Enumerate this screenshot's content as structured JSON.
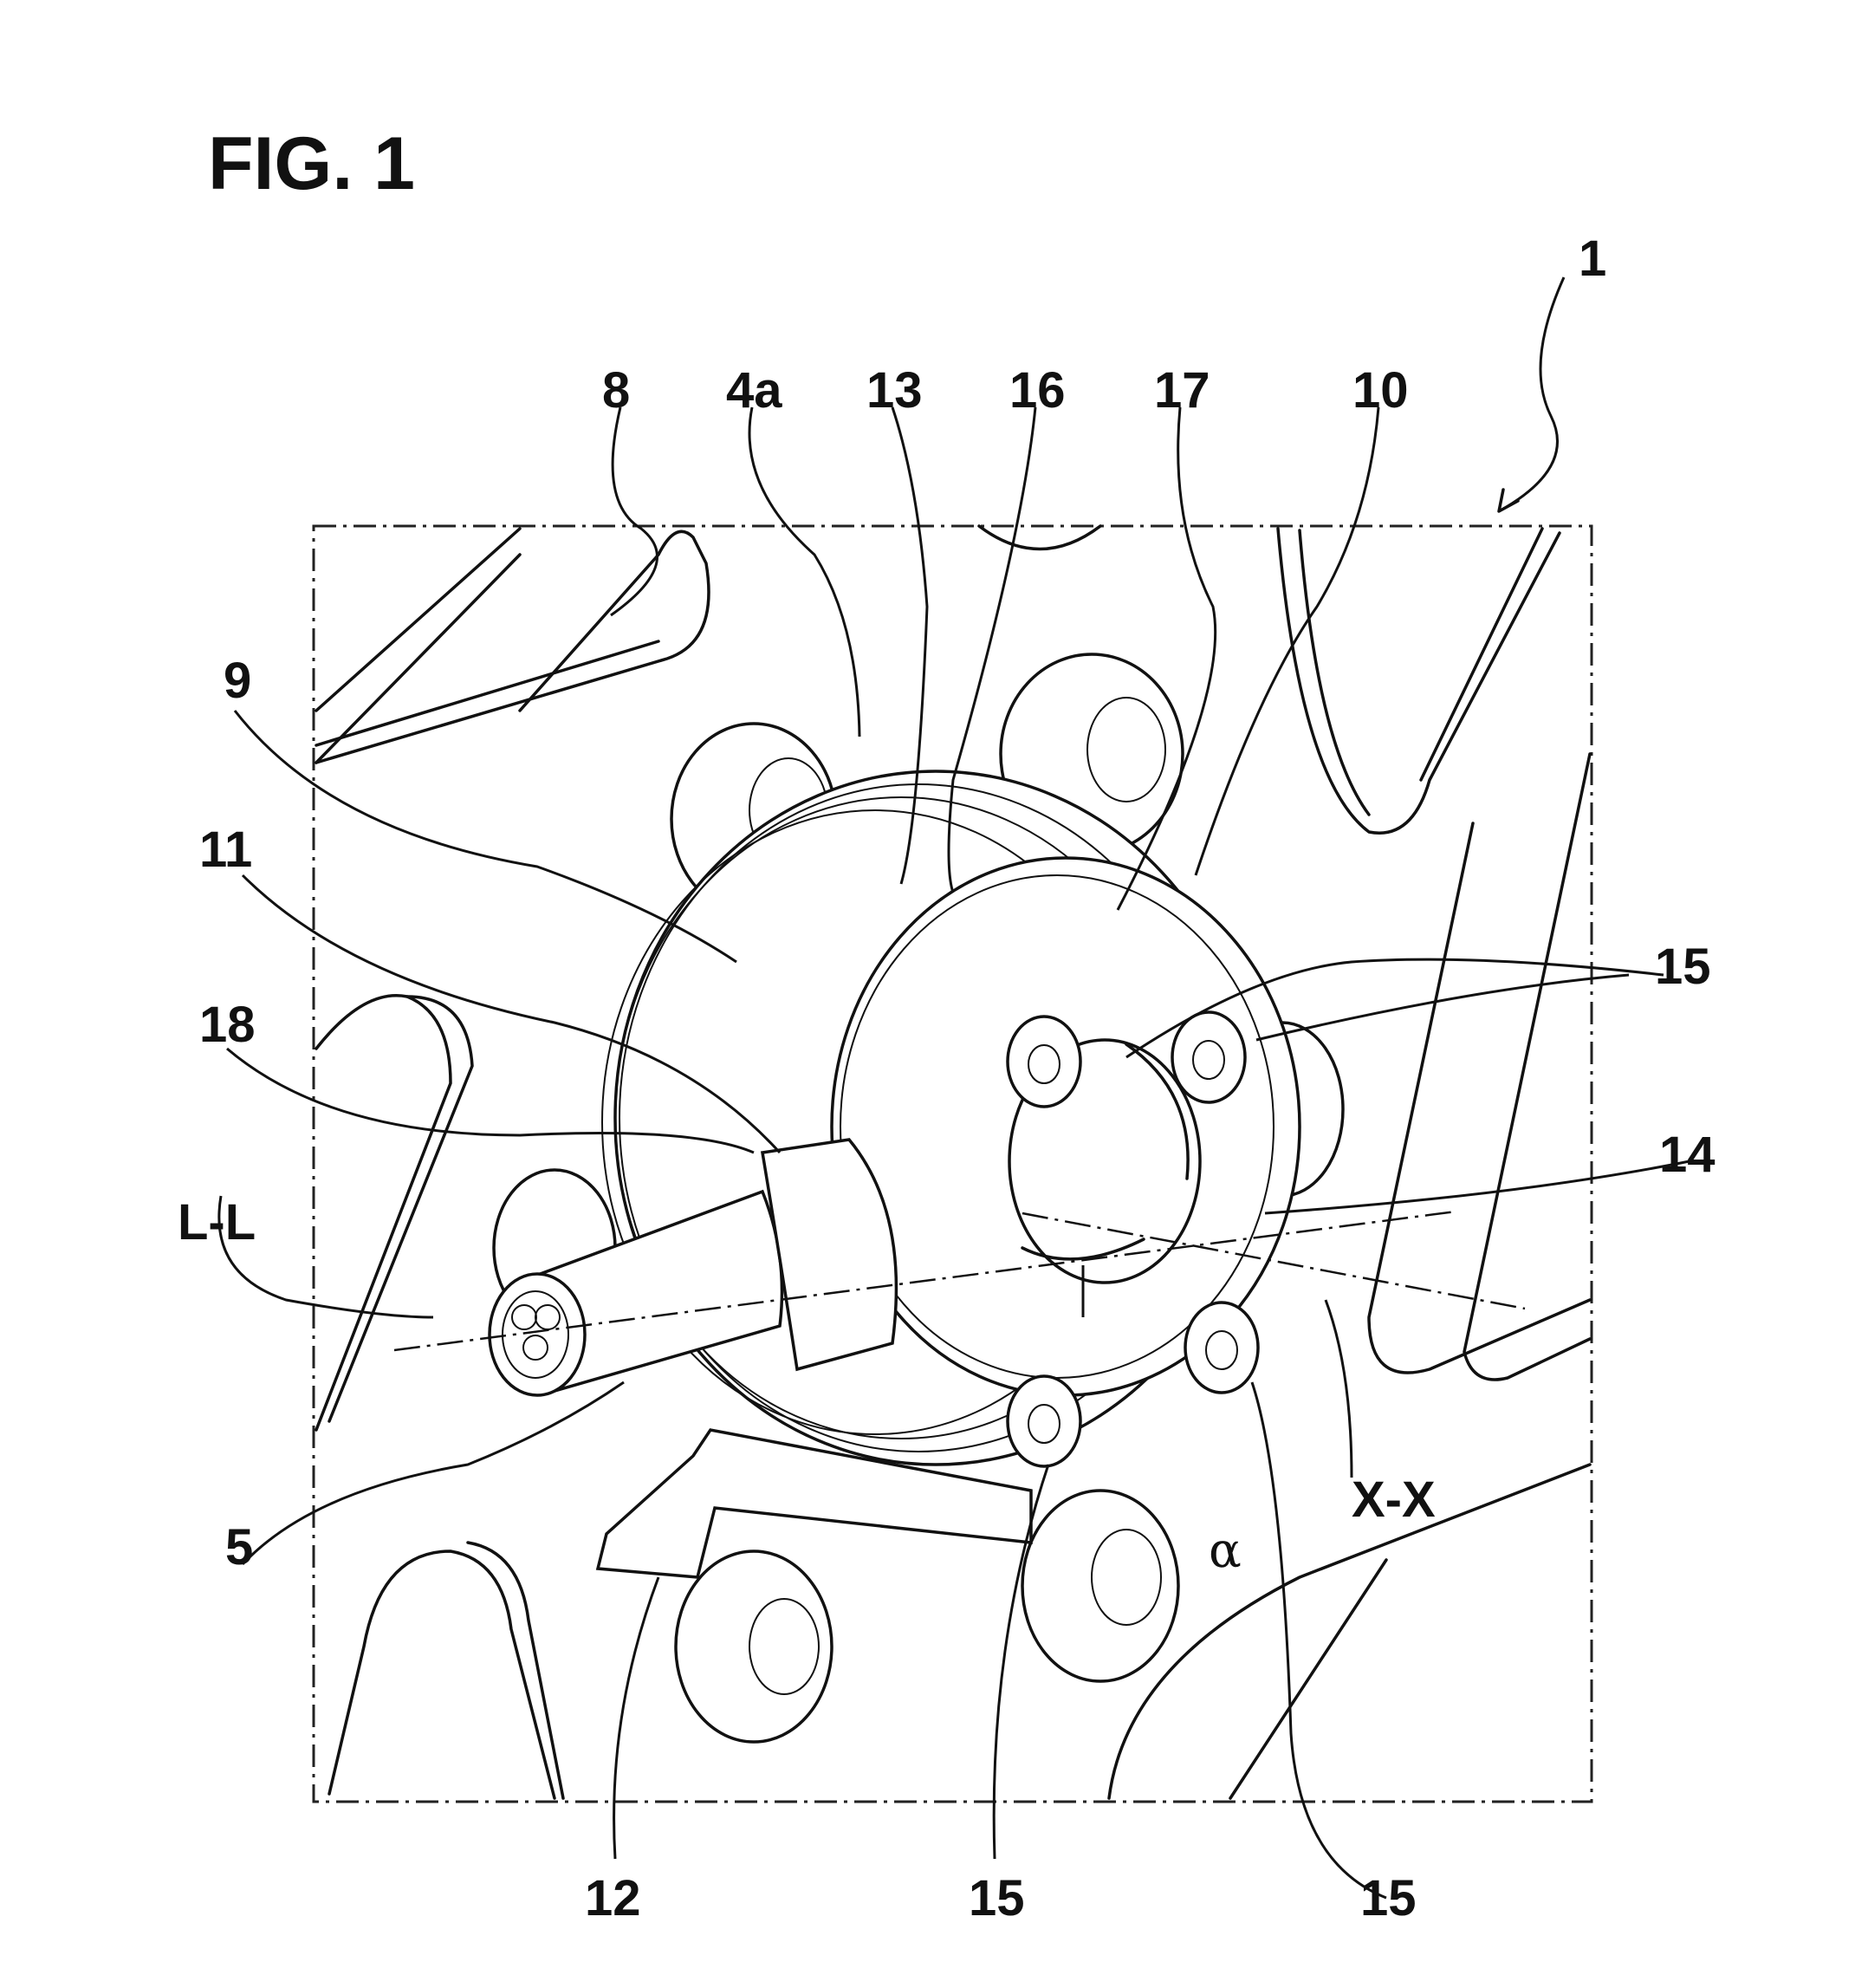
{
  "figure": {
    "title": "FIG. 1",
    "labels": {
      "ref_1": "1",
      "ref_8": "8",
      "ref_4a": "4a",
      "ref_13": "13",
      "ref_16": "16",
      "ref_17": "17",
      "ref_10": "10",
      "ref_9": "9",
      "ref_11": "11",
      "ref_18": "18",
      "ref_15_a": "15",
      "ref_14": "14",
      "axis_LL": "L-L",
      "axis_XX": "X-X",
      "alpha": "α",
      "ref_5": "5",
      "ref_12": "12",
      "ref_15_b": "15",
      "ref_15_c": "15"
    }
  }
}
